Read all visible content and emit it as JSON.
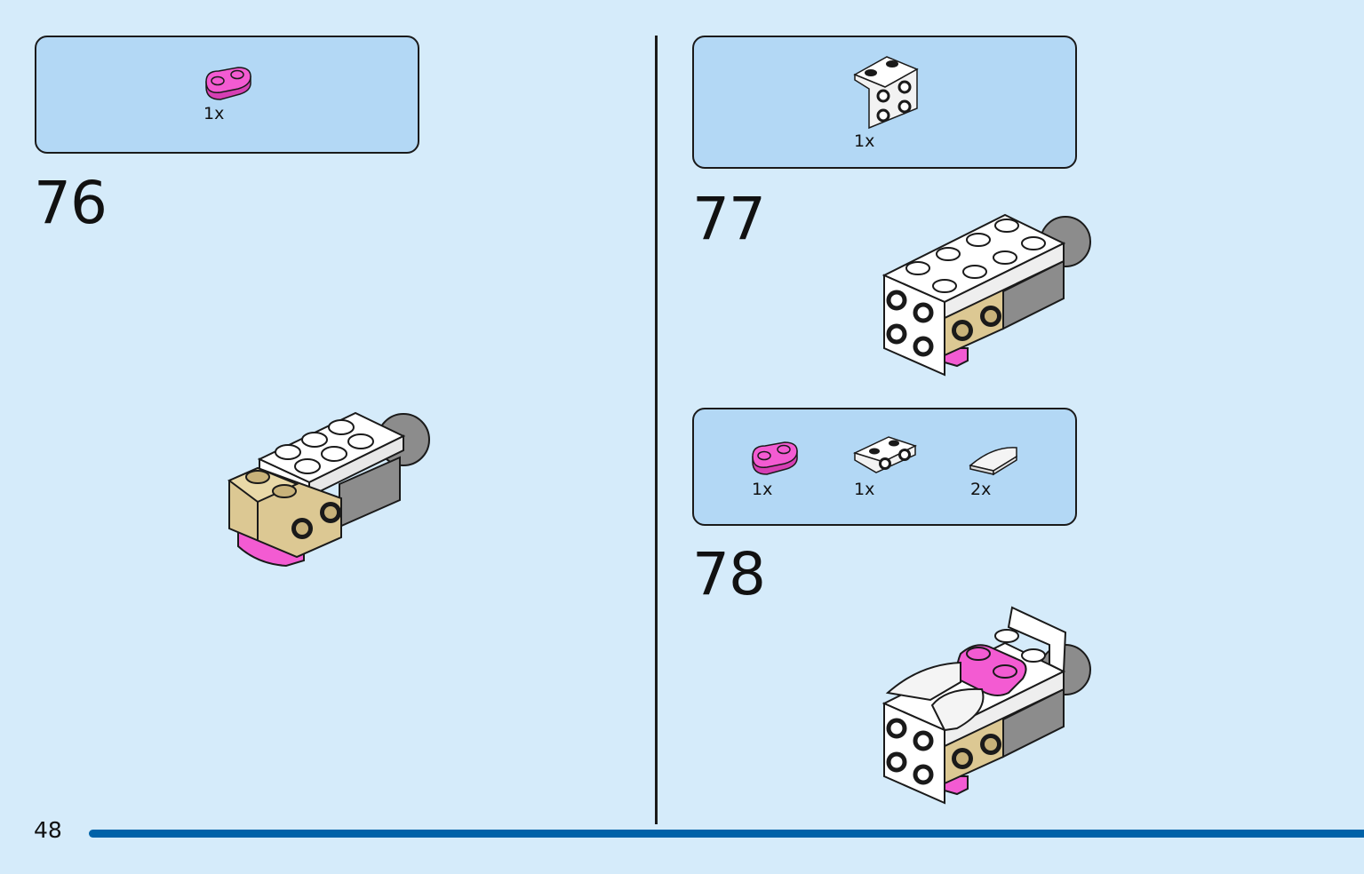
{
  "page": {
    "number": "48"
  },
  "steps": [
    {
      "number": "76",
      "parts": [
        {
          "name": "pink-plate-1x2-rounded",
          "quantity": "1x"
        }
      ]
    },
    {
      "number": "77",
      "parts": [
        {
          "name": "white-bracket-1x2-2x2",
          "quantity": "1x"
        }
      ]
    },
    {
      "number": "78",
      "parts": [
        {
          "name": "pink-plate-1x2-rounded",
          "quantity": "1x"
        },
        {
          "name": "white-bracket-1x2-1x2",
          "quantity": "1x"
        },
        {
          "name": "white-quarter-round-tile",
          "quantity": "2x"
        }
      ]
    }
  ],
  "colors": {
    "background": "#d5ebfa",
    "parts_box": "#b3d8f5",
    "accent_bar": "#0062a8",
    "pink": "#f35bd2",
    "tan": "#dcc893",
    "gray": "#8c8c8c",
    "white": "#ffffff"
  }
}
